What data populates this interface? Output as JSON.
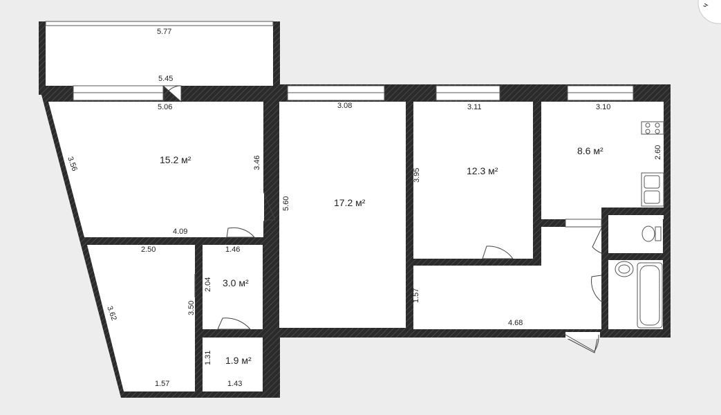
{
  "colors": {
    "background": "#ededed",
    "floor": "#ffffff",
    "wall": "#2b2b2b",
    "hatch": "#5a5a5a"
  },
  "rooms": {
    "living_left": {
      "area": "15.2 м²"
    },
    "living_center": {
      "area": "17.2 м²"
    },
    "bedroom": {
      "area": "12.3 м²"
    },
    "kitchen": {
      "area": "8.6 м²"
    },
    "storage_small": {
      "area": "3.0 м²"
    },
    "storage_tiny": {
      "area": "1.9 м²"
    }
  },
  "dimensions": {
    "balcony_top": "5.77",
    "balcony_bottom": "5.45",
    "room15_top": "5.06",
    "room15_side": "3.56",
    "room15_right": "3.46",
    "room15_bottom": "4.09",
    "room17_top": "3.08",
    "room17_side": "5.60",
    "room12_top": "3.11",
    "room12_side": "3.95",
    "kitchen_top": "3.10",
    "kitchen_side": "2.60",
    "lower_left_top": "2.50",
    "lower_left_side": "3.62",
    "lower_left_right": "3.50",
    "lower_left_bottom": "1.57",
    "closet_top": "1.46",
    "closet_side": "2.04",
    "tiny_side": "1.31",
    "tiny_bottom": "1.43",
    "hall_side": "1.57",
    "hall_bottom": "4.68"
  },
  "corner_mark": "ч"
}
